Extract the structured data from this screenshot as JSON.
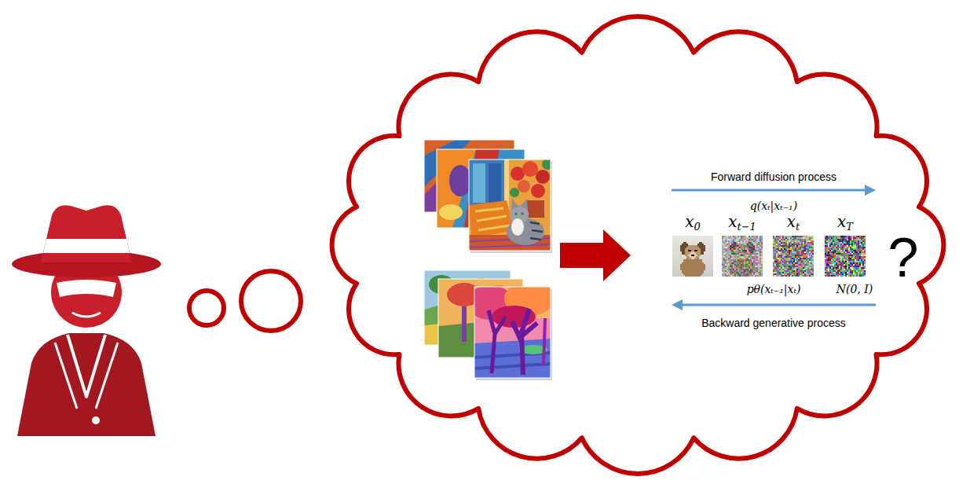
{
  "diagram": {
    "nodes": [
      {
        "text": [
          "x0"
        ]
      },
      {
        "text": [
          "xt−1"
        ]
      },
      {
        "text": [
          "xt"
        ]
      },
      {
        "text": [
          "xT"
        ]
      }
    ],
    "labels": [
      "Forward diffusion process",
      "q(xₜ|xₜ₋₁)",
      "pθ(xₜ₋₁|xₜ)",
      "N(0, I)",
      "Backward generative process",
      "?"
    ]
  }
}
